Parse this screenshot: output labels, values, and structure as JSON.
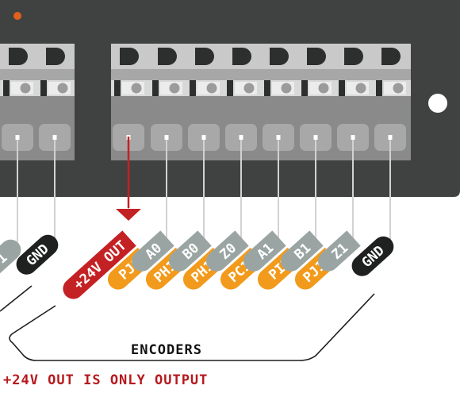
{
  "colors": {
    "board": "#3f4240",
    "board_edge": "#2c2e2d",
    "header_light": "#c9c9c9",
    "header_mid": "#a7a7a7",
    "header_dark": "#8a8a8a",
    "slot_fill": "#a8a8a8",
    "wire": "#d2d2d2",
    "led": "#e0601e",
    "gray_label": "#9aa5a3",
    "black_label": "#1f2121",
    "red_label": "#c42124",
    "orange_label": "#f29a1b",
    "arrow": "#c42124"
  },
  "left_header": {
    "pins": [
      {
        "signal": "1",
        "port": "",
        "signal_color": "gray",
        "port_color": "none"
      },
      {
        "signal": "GND",
        "port": "",
        "signal_color": "black",
        "port_color": "none"
      }
    ]
  },
  "right_header": {
    "pins": [
      {
        "signal": "+24V OUT",
        "port": "PJ8",
        "signal_color": "red",
        "port_color": "orange"
      },
      {
        "signal": "A0",
        "port": "PH12",
        "signal_color": "gray",
        "port_color": "orange"
      },
      {
        "signal": "B0",
        "port": "PH11",
        "signal_color": "gray",
        "port_color": "orange"
      },
      {
        "signal": "Z0",
        "port": "PC13",
        "signal_color": "gray",
        "port_color": "orange"
      },
      {
        "signal": "A1",
        "port": "PI7",
        "signal_color": "gray",
        "port_color": "orange"
      },
      {
        "signal": "B1",
        "port": "PJ10",
        "signal_color": "gray",
        "port_color": "orange"
      },
      {
        "signal": "Z1",
        "port": "",
        "signal_color": "gray",
        "port_color": "orange"
      },
      {
        "signal": "GND",
        "port": "",
        "signal_color": "black",
        "port_color": "none"
      }
    ]
  },
  "group_label": "ENCODERS",
  "note": "+24V OUT IS ONLY OUTPUT"
}
